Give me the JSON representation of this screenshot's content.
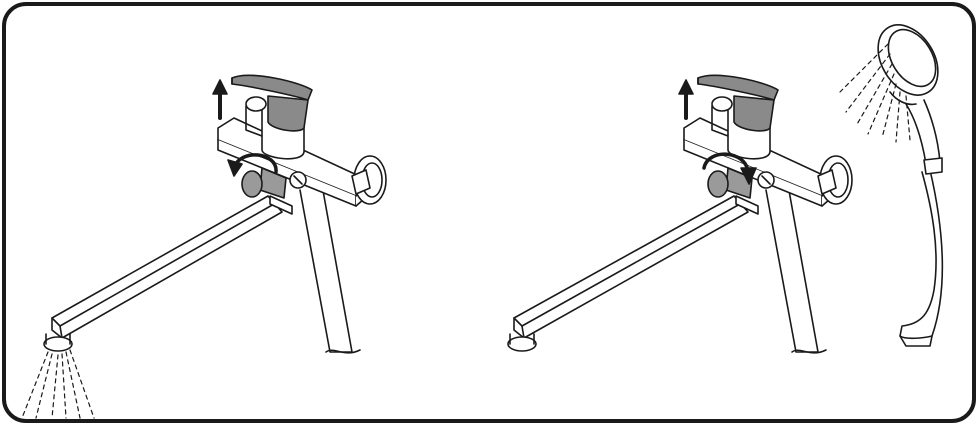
{
  "figure": {
    "panels": [
      {
        "id": "spout-mode",
        "outlet": "spout",
        "diverter_rotation": "counterclockwise",
        "lever_action": "lift-up"
      },
      {
        "id": "shower-mode",
        "outlet": "hand-shower",
        "diverter_rotation": "clockwise",
        "lever_action": "lift-up"
      }
    ],
    "colors": {
      "stroke": "#1a1a1a",
      "handle_fill": "#8a8a8a",
      "knob_fill": "#9a9a9a",
      "background": "#ffffff"
    },
    "icons": [
      "up-arrow-icon",
      "rotate-arrow-icon",
      "water-spray-icon",
      "shower-head-icon"
    ]
  }
}
